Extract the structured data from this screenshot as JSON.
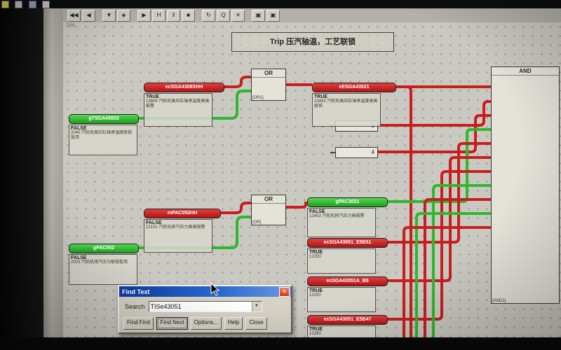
{
  "colors": {
    "wire_red": "#c81e1e",
    "wire_green": "#2db82d",
    "tag_red": "#c01818",
    "tag_green": "#28b828",
    "dialog_titlebar": "#0a3ca0",
    "canvas_bg": "#cac9c1"
  },
  "canvas": {
    "title": "Trip 压汽轴温，工艺联锁",
    "corner_label": "7101"
  },
  "toolbar": {
    "buttons": [
      {
        "glyph": "◀◀",
        "name": "step-back-fast"
      },
      {
        "glyph": "◀",
        "name": "step-back"
      },
      {
        "glyph": "▼",
        "name": "page-down"
      },
      {
        "glyph": "◈",
        "name": "mode"
      },
      {
        "glyph": "▶",
        "name": "run"
      },
      {
        "glyph": "H",
        "name": "halt"
      },
      {
        "glyph": "‖",
        "name": "pause"
      },
      {
        "glyph": "■",
        "name": "stop"
      },
      {
        "glyph": "↻",
        "name": "refresh"
      },
      {
        "glyph": "Q",
        "name": "zoom"
      },
      {
        "glyph": "✕",
        "name": "delete"
      },
      {
        "glyph": "▣",
        "name": "window-a"
      },
      {
        "glyph": "▣",
        "name": "window-b"
      }
    ]
  },
  "gates": {
    "or1": {
      "label": "OR",
      "ref": "[OR1]"
    },
    "or2": {
      "label": "OR",
      "ref": "[OR]"
    },
    "and": {
      "label": "AND",
      "ref": "[AND1]"
    }
  },
  "constants": {
    "c1": "1",
    "c2": "4"
  },
  "blocks": [
    {
      "tag": "ecSGA4306XHH",
      "state": "TRUE",
      "desc": "13806 汽轮机高压缸轴承温度高高报警"
    },
    {
      "tag": "gTSGA43003",
      "state": "FALSE",
      "desc": "2040 汽轮机高压缸轴承温度联锁投用"
    },
    {
      "tag": "eESGA43021",
      "state": "TRUE",
      "desc": "13462 汽轮机高压缸轴承温度高高联锁"
    },
    {
      "tag": "mPAC052HH",
      "state": "FALSE",
      "desc": "12131 汽轮机排汽压力高高报警"
    },
    {
      "tag": "gPAC052",
      "state": "FALSE",
      "desc": "2003 汽轮机排汽压力联锁投用"
    },
    {
      "tag": "gPAC3021",
      "state": "FALSE",
      "desc": "12453 汽轮机排汽压力高报警"
    },
    {
      "tag": "ecSGA43051_E5B51",
      "state": "TRUE",
      "desc": "12250"
    },
    {
      "tag": "ecSGA43051A_B5",
      "state": "TRUE",
      "desc": "12250"
    },
    {
      "tag": "ecSGA43051_E5B47",
      "state": "TRUE",
      "desc": "12280"
    }
  ],
  "find_dialog": {
    "title": "Find Text",
    "close_glyph": "✕",
    "search_label": "Search",
    "search_value": "TISe43051",
    "combo_arrow": "▼",
    "buttons": [
      "Find First",
      "Find Next",
      "Options...",
      "Help",
      "Close"
    ]
  }
}
